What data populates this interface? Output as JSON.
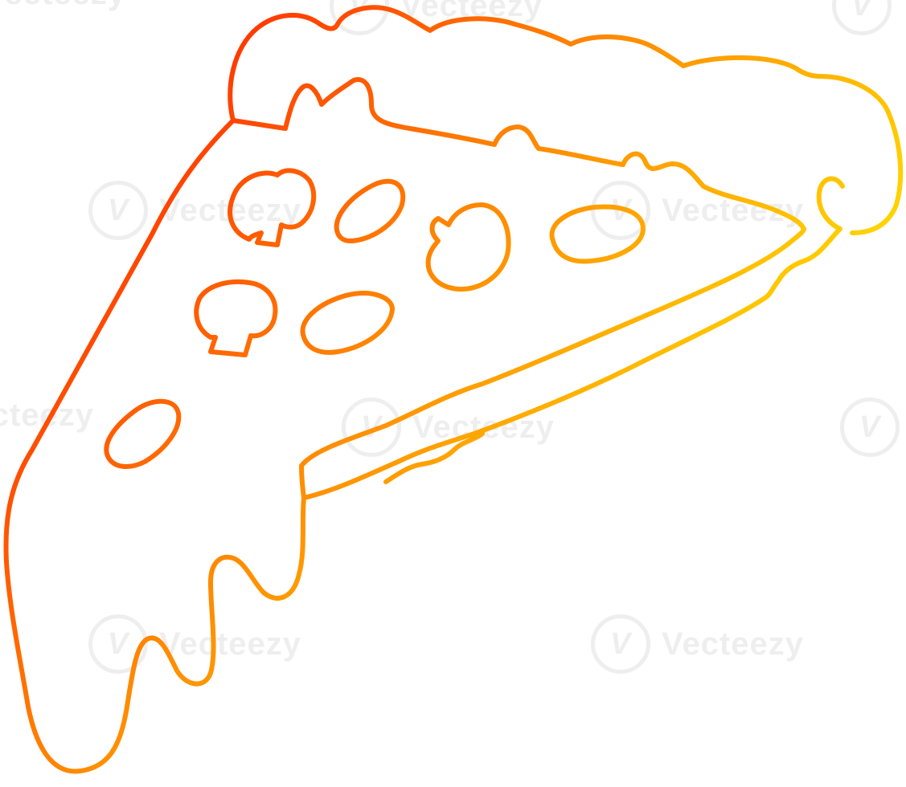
{
  "artwork": {
    "subject": "pizza-slice",
    "style": "line-art",
    "gradient": {
      "start": "#ff1a00",
      "mid": "#ff8c00",
      "end": "#ffff00"
    },
    "background": "#ffffff"
  },
  "watermark": {
    "text": "Vecteezy",
    "logo_glyph": "V"
  }
}
